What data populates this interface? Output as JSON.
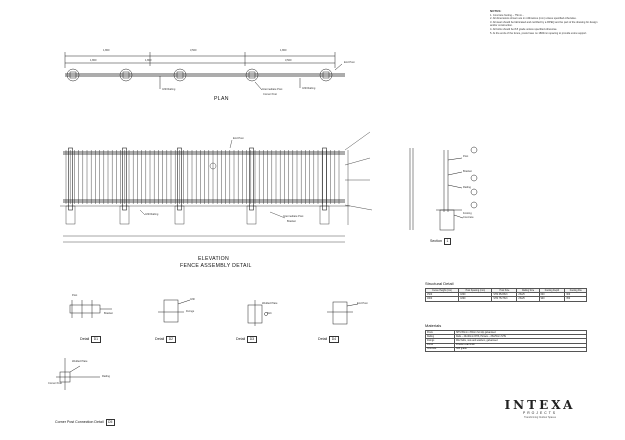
{
  "notes": {
    "heading": "NOTES:",
    "items": [
      "1. Concrete footing – 75mm...",
      "2. All dimensions shown are in millimetres (mm) unless specified otherwise.",
      "3. All steel should be fabricated and certified by a RPEQ and be part of the drawing for design and/or construction.",
      "4. All bolts should be 8.8 grade unless specified otherwise.",
      "5. At the ends of the fence, posts have no 1800mm spacing to provide extra support."
    ]
  },
  "plan": {
    "title": "PLAN",
    "dims": [
      "1,800",
      "3,500",
      "1,800",
      "1,800",
      "1,800",
      "3,500"
    ],
    "labels": [
      "Infill Railing",
      "Intermediate Post",
      "Corner Post",
      "Infill Railing",
      "End Post"
    ]
  },
  "elevation": {
    "title_line1": "ELEVATION",
    "title_line2": "FENCE ASSEMBLY DETAIL",
    "labels": [
      "Infill Railing",
      "Intermediate Post",
      "Bracket",
      "End Post"
    ]
  },
  "section": {
    "label": "Section",
    "number": "1",
    "labels": [
      "Post",
      "Bracket",
      "Railing",
      "Footing",
      "Concrete"
    ]
  },
  "details": [
    {
      "label": "Detail",
      "id": "D1"
    },
    {
      "label": "Detail",
      "id": "D2"
    },
    {
      "label": "Detail",
      "id": "D3"
    },
    {
      "label": "Detail",
      "id": "D4"
    }
  ],
  "detail_labels": [
    "Post",
    "Bracket",
    "Infill",
    "Bolt",
    "Welded Plate",
    "Fixings",
    "End Post"
  ],
  "corner_detail": {
    "label": "Corner Post Connection Detail",
    "id": "D5",
    "labels": [
      "Welded Plate",
      "Railing",
      "Corner Post"
    ]
  },
  "structural": {
    "title": "Structural Detail",
    "headers": [
      "Fence Height (mm)",
      "Post Spacing (mm)",
      "Post Size",
      "Railing Size",
      "Footing Depth",
      "Footing Dia"
    ],
    "rows": [
      [
        "1500",
        "1800",
        "SHS 65x65x3",
        "25x25",
        "600",
        "300"
      ],
      [
        "1800",
        "1800",
        "SHS 75x75x3",
        "25x25",
        "900",
        "350"
      ]
    ]
  },
  "materials": {
    "title": "Materials",
    "rows": [
      [
        "Posts",
        "SHS 65mm x 65mm hot dip galvanised"
      ],
      [
        "Railing",
        "Rails – 40x40mm RHS, Pickets – 25x25mm SHS"
      ],
      [
        "Fixings",
        "M12 bolts, nuts and washers, galvanised"
      ],
      [
        "Finish",
        "Powder coat finish"
      ],
      [
        "Concrete",
        "N25 grade"
      ]
    ]
  },
  "brand": {
    "name": "INTEXA",
    "sub": "PROJECTS",
    "tag": "Transforming Outdoor Spaces"
  }
}
